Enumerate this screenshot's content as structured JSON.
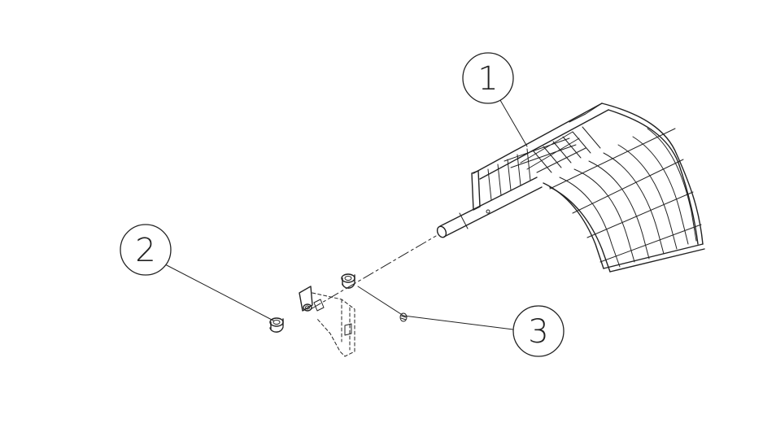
{
  "diagram": {
    "callouts": [
      {
        "id": "1",
        "label": "1"
      },
      {
        "id": "2",
        "label": "2"
      },
      {
        "id": "3",
        "label": "3"
      }
    ],
    "ink_color": "#222222",
    "background_color": "#ffffff"
  }
}
